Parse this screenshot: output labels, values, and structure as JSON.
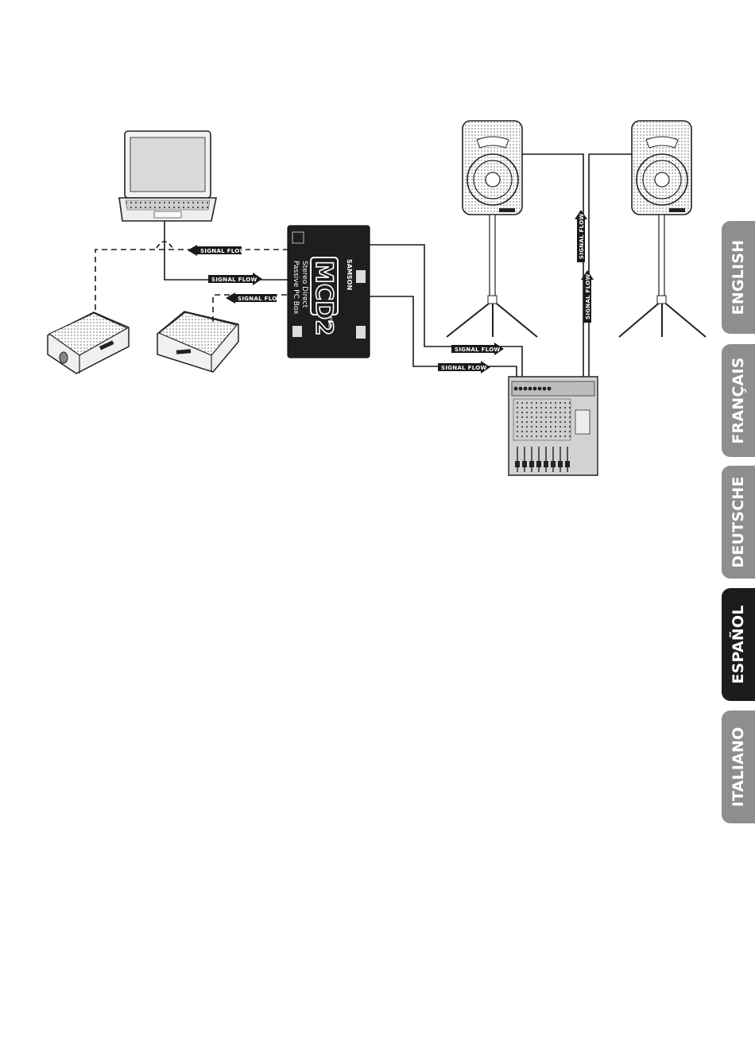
{
  "diagram": {
    "flow_label": "SIGNAL FLOW",
    "device": {
      "brand": "SAMSON",
      "model": "MCD2",
      "model_suffix": "PRO",
      "subtitle_line1": "Stereo Direct",
      "subtitle_line2": "Passive PC Box"
    }
  },
  "language_tabs": [
    {
      "label": "ENGLISH",
      "active": false
    },
    {
      "label": "FRANÇAIS",
      "active": false
    },
    {
      "label": "DEUTSCHE",
      "active": false
    },
    {
      "label": "ESPAÑOL",
      "active": true
    },
    {
      "label": "ITALIANO",
      "active": false
    }
  ],
  "colors": {
    "tab_inactive": "#8e8e8e",
    "tab_active": "#1c1c1c",
    "device_body": "#1e1e1e",
    "line": "#1a1a1a"
  }
}
